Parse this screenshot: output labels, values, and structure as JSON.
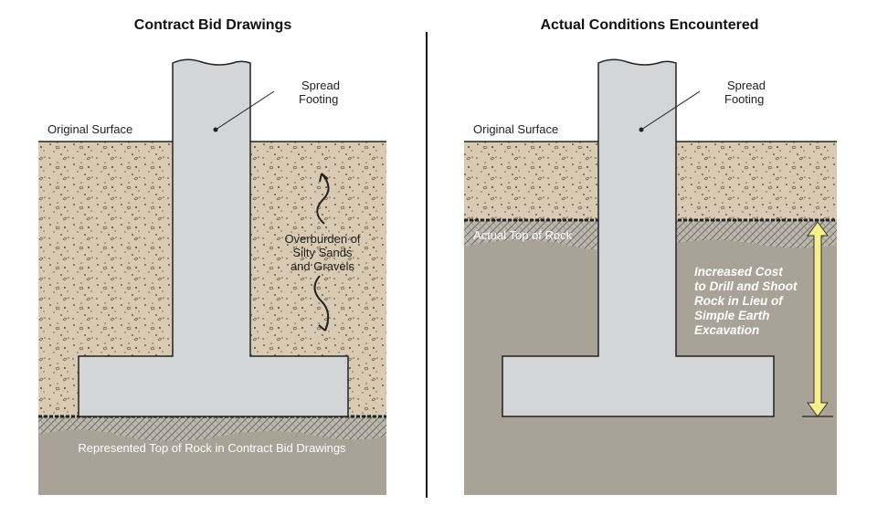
{
  "left": {
    "title": "Contract Bid Drawings",
    "original_surface": "Original Surface",
    "spread_footing": [
      "Spread",
      "Footing"
    ],
    "overburden": [
      "Overburden of",
      "Silty Sands",
      "and Gravels"
    ],
    "rock_label": "Represented Top of Rock in Contract Bid Drawings"
  },
  "right": {
    "title": "Actual Conditions Encountered",
    "original_surface": "Original Surface",
    "spread_footing": [
      "Spread",
      "Footing"
    ],
    "rock_label": "Actual Top of Rock",
    "cost_note": [
      "Increased Cost",
      "to Drill and Shoot",
      "Rock in Lieu of",
      "Simple Earth",
      "Excavation"
    ]
  },
  "colors": {
    "soil": "#d9cbb3",
    "rock": "#a9a397",
    "concrete": "#d4d5d7",
    "arrow": "#f5f08a"
  }
}
